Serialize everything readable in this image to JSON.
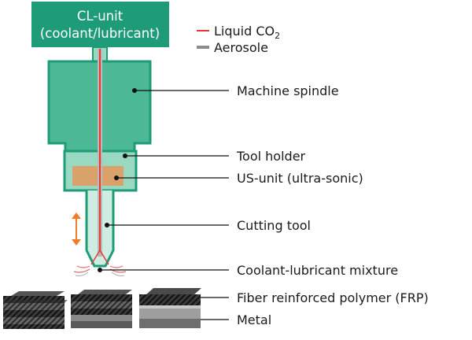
{
  "cl_unit": {
    "line1": "CL-unit",
    "line2": "(coolant/lubricant)"
  },
  "legend": {
    "liquid_co2_main": "Liquid CO",
    "liquid_co2_sub": "2",
    "aerosole": "Aerosole"
  },
  "labels": {
    "machine_spindle": "Machine spindle",
    "tool_holder": "Tool holder",
    "us_unit": "US-unit (ultra-sonic)",
    "cutting_tool": "Cutting tool",
    "mixture": "Coolant-lubricant mixture",
    "frp": "Fiber reinforced polymer (FRP)",
    "metal": "Metal"
  },
  "colors": {
    "teal_dark": "#1e9c79",
    "teal_fill": "#4db896",
    "teal_light": "#99d8c1",
    "us_unit": "#d9a26a",
    "co2_red": "#e43a2f",
    "aerosole_gray": "#8c8c8c",
    "vibration_arrow": "#f07c2a"
  }
}
